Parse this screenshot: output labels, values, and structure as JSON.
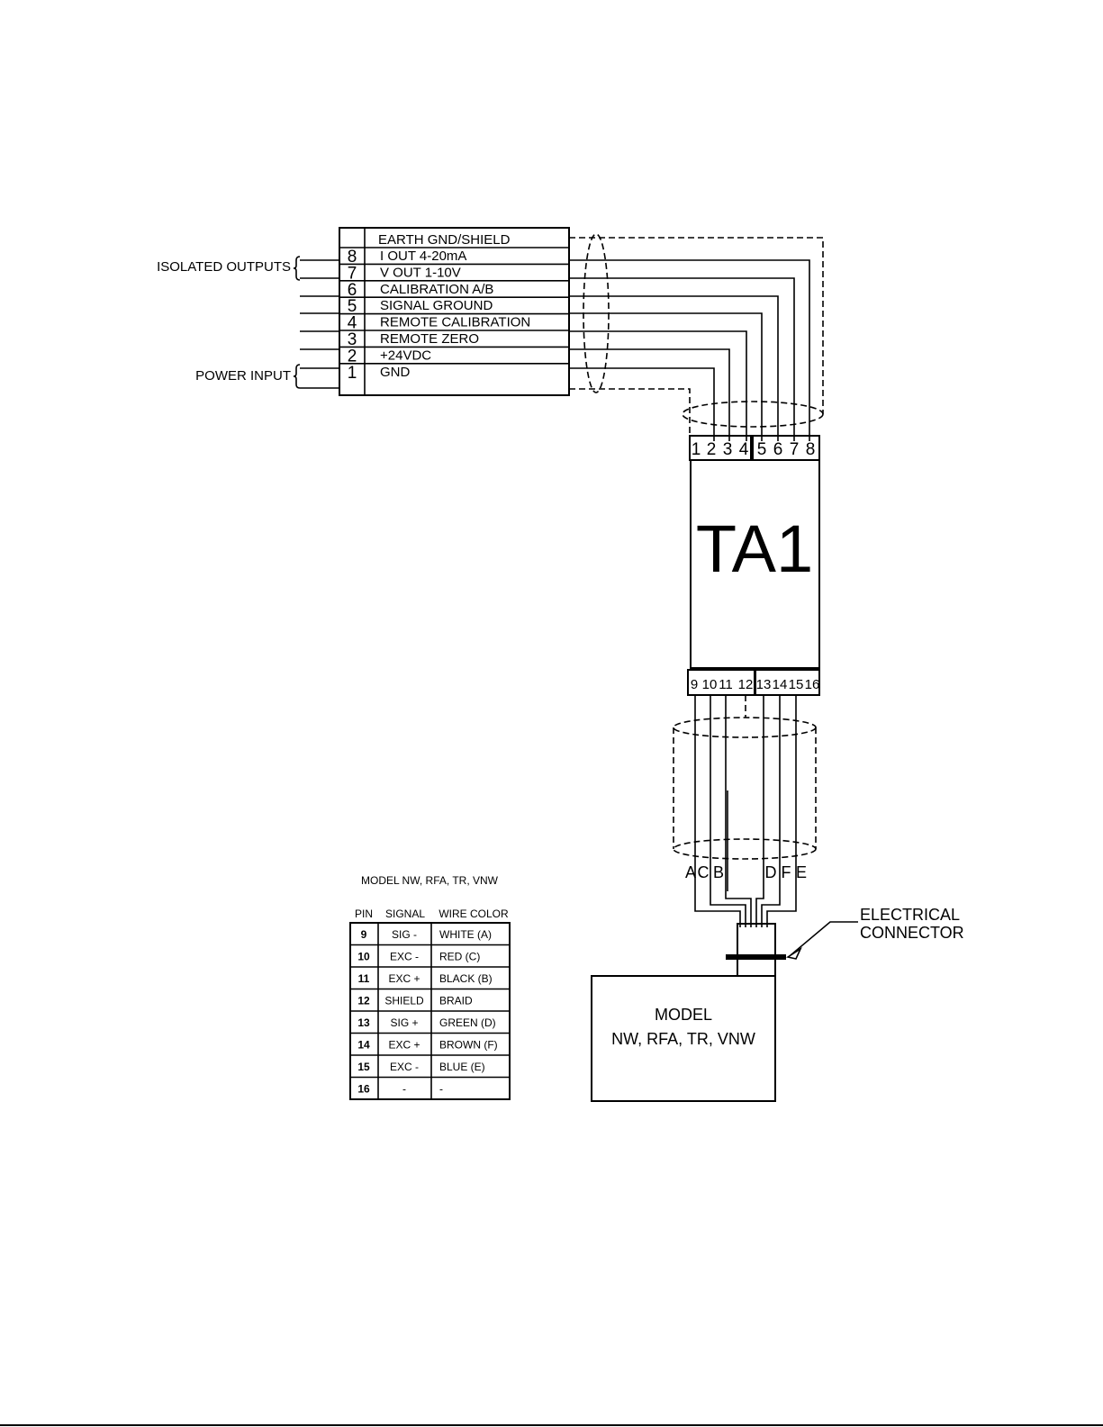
{
  "terminal_table": {
    "header": "EARTH GND/SHIELD",
    "rows": [
      {
        "pin": "8",
        "label": "I OUT 4-20mA"
      },
      {
        "pin": "7",
        "label": "V OUT 1-10V"
      },
      {
        "pin": "6",
        "label": "CALIBRATION A/B"
      },
      {
        "pin": "5",
        "label": "SIGNAL GROUND"
      },
      {
        "pin": "4",
        "label": "REMOTE CALIBRATION"
      },
      {
        "pin": "3",
        "label": "REMOTE ZERO"
      },
      {
        "pin": "2",
        "label": "+24VDC"
      },
      {
        "pin": "1",
        "label": "GND"
      }
    ]
  },
  "side_labels": {
    "isolated_outputs": "ISOLATED OUTPUTS",
    "power_input": "POWER INPUT"
  },
  "module": {
    "label": "TA1",
    "top_pins": [
      "1",
      "2",
      "3",
      "4",
      "5",
      "6",
      "7",
      "8"
    ],
    "bottom_pins": [
      "9",
      "10",
      "11",
      "12",
      "13",
      "14",
      "15",
      "16"
    ]
  },
  "wire_letters": [
    "A",
    "C",
    "B",
    "D",
    "F",
    "E"
  ],
  "connector": {
    "label_line1": "ELECTRICAL",
    "label_line2": "CONNECTOR"
  },
  "sensor_box": {
    "line1": "MODEL",
    "line2": "NW, RFA, TR, VNW"
  },
  "pin_table": {
    "title": "MODEL NW, RFA, TR, VNW",
    "headers": [
      "PIN",
      "SIGNAL",
      "WIRE COLOR"
    ],
    "rows": [
      {
        "pin": "9",
        "signal": "SIG -",
        "color": "WHITE (A)"
      },
      {
        "pin": "10",
        "signal": "EXC -",
        "color": "RED (C)"
      },
      {
        "pin": "11",
        "signal": "EXC +",
        "color": "BLACK (B)"
      },
      {
        "pin": "12",
        "signal": "SHIELD",
        "color": "BRAID"
      },
      {
        "pin": "13",
        "signal": "SIG +",
        "color": "GREEN (D)"
      },
      {
        "pin": "14",
        "signal": "EXC +",
        "color": "BROWN (F)"
      },
      {
        "pin": "15",
        "signal": "EXC -",
        "color": "BLUE (E)"
      },
      {
        "pin": "16",
        "signal": "-",
        "color": "-"
      }
    ]
  }
}
